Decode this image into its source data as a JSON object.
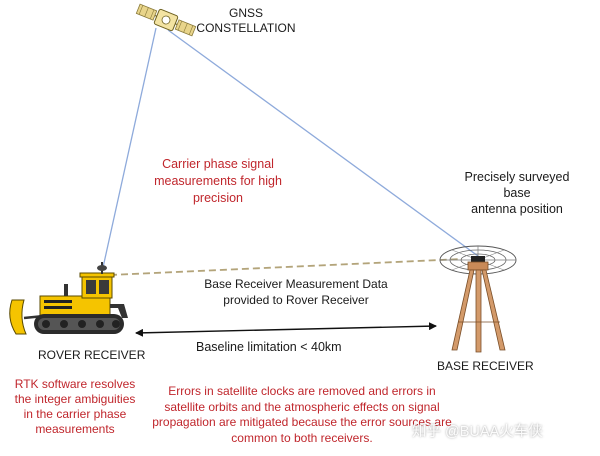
{
  "labels": {
    "gnss_constellation": "GNSS\nCONSTELLATION",
    "carrier_phase": "Carrier phase signal\nmeasurements for high\nprecision",
    "surveyed_base": "Precisely surveyed base\nantenna position",
    "data_link": "Base Receiver Measurement Data\nprovided to Rover Receiver",
    "baseline": "Baseline limitation < 40km",
    "rover_receiver": "ROVER RECEIVER",
    "base_receiver": "BASE RECEIVER",
    "rtk_software": "RTK software resolves\nthe integer ambiguities\nin the carrier phase\nmeasurements",
    "errors_note": "Errors in satellite clocks are removed and errors in\nsatellite orbits and the atmospheric effects on signal\npropagation are mitigated because the error sources are\ncommon to both receivers.",
    "watermark": "知乎 @BUAA火车侠"
  },
  "colors": {
    "signal_line": "#8eaadb",
    "data_link_line": "#b3a47a",
    "label_dark": "#1a1a1a",
    "label_red": "#c0262c",
    "bulldozer_yellow": "#f5c400",
    "tripod_orange": "#d39a6a"
  },
  "icons": [
    "satellite-icon",
    "bulldozer-icon",
    "rover-antenna-icon",
    "base-antenna-icon",
    "tripod-icon"
  ]
}
